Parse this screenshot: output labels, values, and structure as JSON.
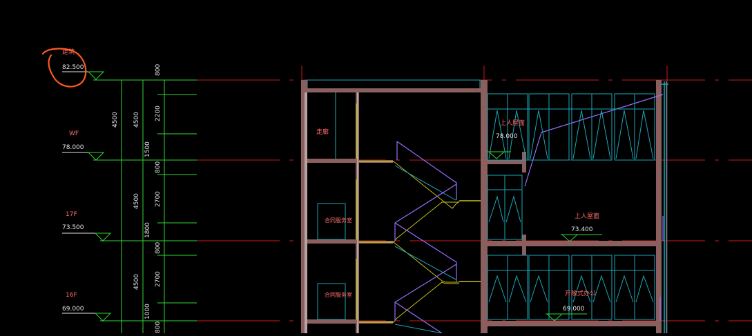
{
  "colors": {
    "background": "#000000",
    "axis_line": "#cc1a1a",
    "level_line": "#2fd62f",
    "slab": "#8c5f5f",
    "window": "#1aa7b8",
    "stair": "#c7c11a",
    "railing": "#9a6cff",
    "label_red": "#ff6b6b",
    "label_white": "#e6e6e6",
    "annotation_orange": "#ff5a1f"
  },
  "levels": [
    {
      "name": "建筑",
      "elevation": "82.500"
    },
    {
      "name": "WF",
      "elevation": "78.000"
    },
    {
      "name": "17F",
      "elevation": "73.500"
    },
    {
      "name": "16F",
      "elevation": "69.000"
    }
  ],
  "dimensions": {
    "floor_heights": [
      "4500",
      "4500",
      "4500"
    ],
    "parapet": "4500",
    "segments": [
      "800",
      "2200",
      "1500",
      "800",
      "2700",
      "1800",
      "800",
      "2700",
      "1000",
      "800"
    ]
  },
  "rooms": {
    "corridor": "走廊",
    "upper_restroom": "合同服务室",
    "lower_restroom": "合同服务室",
    "roof_upper": {
      "name": "上人屋面",
      "elevation": "78.000"
    },
    "roof_lower": {
      "name": "上人屋面",
      "elevation": "73.400"
    },
    "office": {
      "name": "开敞式办公",
      "elevation": "69.000"
    }
  },
  "annotation": {
    "type": "hand-drawn circle",
    "target": "建筑 82.500"
  }
}
